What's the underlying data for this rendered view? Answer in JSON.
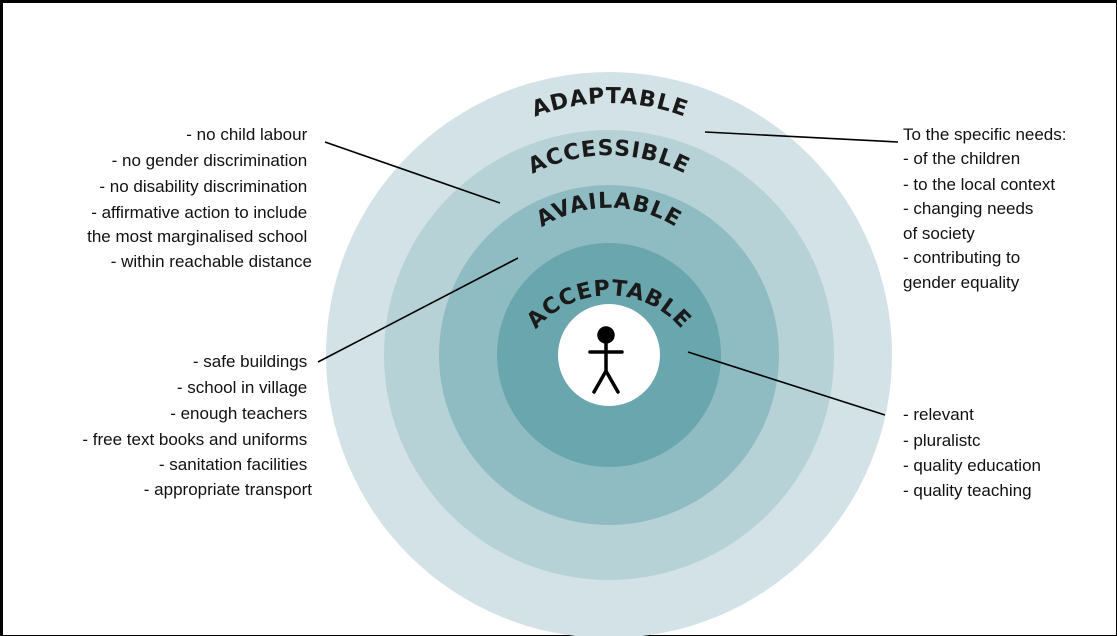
{
  "rings": [
    {
      "name": "adaptable",
      "label": "ADAPTABLE",
      "color": "#d3e2e6"
    },
    {
      "name": "accessible",
      "label": "ACCESSIBLE",
      "color": "#b6d2d6"
    },
    {
      "name": "available",
      "label": "AVAILABLE",
      "color": "#8fbcc2"
    },
    {
      "name": "acceptable",
      "label": "ACCEPTABLE",
      "color": "#6aa6ad"
    }
  ],
  "core_color": "#ffffff",
  "left_top_list": [
    "- no child labour",
    "- no gender discrimination",
    "- no disability discrimination",
    "- affirmative action to include",
    "the most marginalised school",
    "- within reachable distance"
  ],
  "left_bottom_list": [
    "- safe buildings",
    "- school in village",
    "- enough teachers",
    "- free text books and uniforms",
    "- sanitation facilities",
    "- appropriate transport"
  ],
  "right_top_list": [
    "To the specific needs:",
    "- of the children",
    "- to the local context",
    "- changing needs",
    " of society",
    "- contributing to",
    " gender equality"
  ],
  "right_bottom_list": [
    "- relevant",
    "- pluralistc",
    "- quality education",
    "- quality teaching"
  ]
}
